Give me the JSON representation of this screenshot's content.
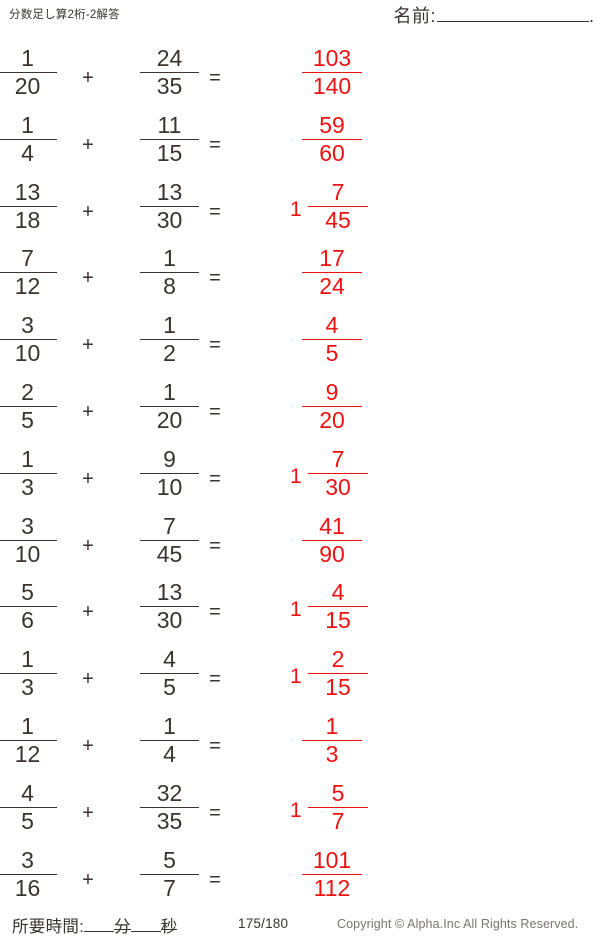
{
  "header": {
    "title": "分数足し算2桁-2解答",
    "name_label": "名前:",
    "name_value": "",
    "name_trailing_dot": "."
  },
  "symbols": {
    "plus": "+",
    "equals": "="
  },
  "colors": {
    "text": "#3a3330",
    "answer": "#ee1111",
    "footer_muted": "#7b7370"
  },
  "problems": [
    {
      "index": 1,
      "a_num": "1",
      "a_den": "20",
      "b_num": "24",
      "b_den": "35",
      "ans_whole": "",
      "ans_num": "103",
      "ans_den": "140"
    },
    {
      "index": 2,
      "a_num": "1",
      "a_den": "4",
      "b_num": "11",
      "b_den": "15",
      "ans_whole": "",
      "ans_num": "59",
      "ans_den": "60"
    },
    {
      "index": 3,
      "a_num": "13",
      "a_den": "18",
      "b_num": "13",
      "b_den": "30",
      "ans_whole": "1",
      "ans_num": "7",
      "ans_den": "45"
    },
    {
      "index": 4,
      "a_num": "7",
      "a_den": "12",
      "b_num": "1",
      "b_den": "8",
      "ans_whole": "",
      "ans_num": "17",
      "ans_den": "24"
    },
    {
      "index": 5,
      "a_num": "3",
      "a_den": "10",
      "b_num": "1",
      "b_den": "2",
      "ans_whole": "",
      "ans_num": "4",
      "ans_den": "5"
    },
    {
      "index": 6,
      "a_num": "2",
      "a_den": "5",
      "b_num": "1",
      "b_den": "20",
      "ans_whole": "",
      "ans_num": "9",
      "ans_den": "20"
    },
    {
      "index": 7,
      "a_num": "1",
      "a_den": "3",
      "b_num": "9",
      "b_den": "10",
      "ans_whole": "1",
      "ans_num": "7",
      "ans_den": "30"
    },
    {
      "index": 8,
      "a_num": "3",
      "a_den": "10",
      "b_num": "7",
      "b_den": "45",
      "ans_whole": "",
      "ans_num": "41",
      "ans_den": "90"
    },
    {
      "index": 9,
      "a_num": "5",
      "a_den": "6",
      "b_num": "13",
      "b_den": "30",
      "ans_whole": "1",
      "ans_num": "4",
      "ans_den": "15"
    },
    {
      "index": 10,
      "a_num": "1",
      "a_den": "3",
      "b_num": "4",
      "b_den": "5",
      "ans_whole": "1",
      "ans_num": "2",
      "ans_den": "15"
    },
    {
      "index": 11,
      "a_num": "1",
      "a_den": "12",
      "b_num": "1",
      "b_den": "4",
      "ans_whole": "",
      "ans_num": "1",
      "ans_den": "3"
    },
    {
      "index": 12,
      "a_num": "4",
      "a_den": "5",
      "b_num": "32",
      "b_den": "35",
      "ans_whole": "1",
      "ans_num": "5",
      "ans_den": "7"
    },
    {
      "index": 13,
      "a_num": "3",
      "a_den": "16",
      "b_num": "5",
      "b_den": "7",
      "ans_whole": "",
      "ans_num": "101",
      "ans_den": "112"
    }
  ],
  "footer": {
    "time_label": "所要時間:",
    "minutes_value": "",
    "minutes_unit": "分",
    "seconds_value": "",
    "seconds_unit": "秒",
    "page_counter": "175/180",
    "copyright": "Copyright ©  Alpha.Inc All Rights Reserved."
  }
}
